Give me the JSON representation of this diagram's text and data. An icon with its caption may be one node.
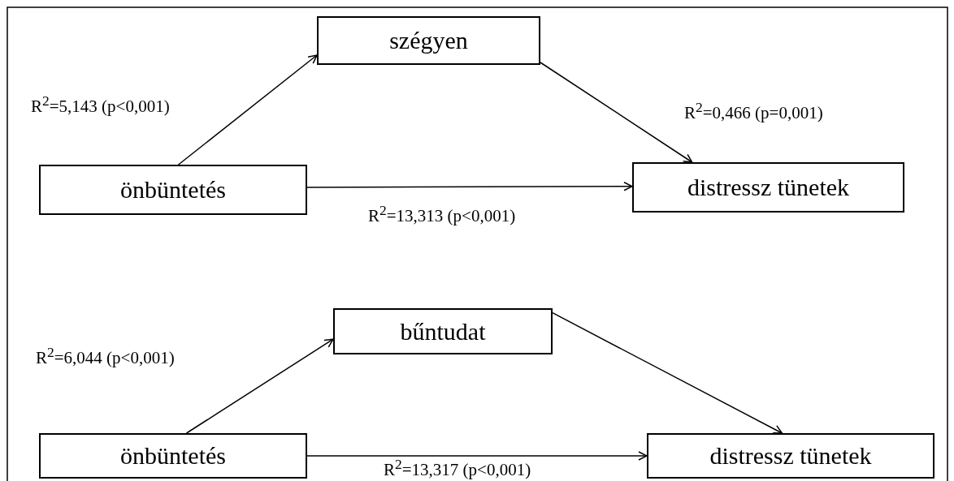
{
  "diagram": {
    "nodes": [
      {
        "text": [
          "szégyen"
        ]
      },
      {
        "text": [
          "önbüntetés"
        ]
      },
      {
        "text": [
          "distressz tünetek"
        ]
      },
      {
        "text": [
          "bűntudat"
        ]
      },
      {
        "text": [
          "önbüntetés"
        ]
      },
      {
        "text": [
          "distressz tünetek"
        ]
      }
    ],
    "edges": [
      {
        "from": 1,
        "to": 0,
        "arrow": "to",
        "label": "R$^{2}$=5,143 (p<0,001)"
      },
      {
        "from": 0,
        "to": 2,
        "arrow": "to",
        "label": "R$^{2}$=0,466 (p=0,001)"
      },
      {
        "from": 1,
        "to": 2,
        "arrow": "to",
        "label": "R$^{2}$=13,313 (p<0,001)"
      },
      {
        "from": 4,
        "to": 3,
        "arrow": "to",
        "label": "R$^{2}$=6,044 (p<0,001)"
      },
      {
        "from": 3,
        "to": 5,
        "arrow": "to"
      },
      {
        "from": 4,
        "to": 5,
        "arrow": "to",
        "label": "R$^{2}$=13,317 (p<0,001)"
      }
    ]
  }
}
